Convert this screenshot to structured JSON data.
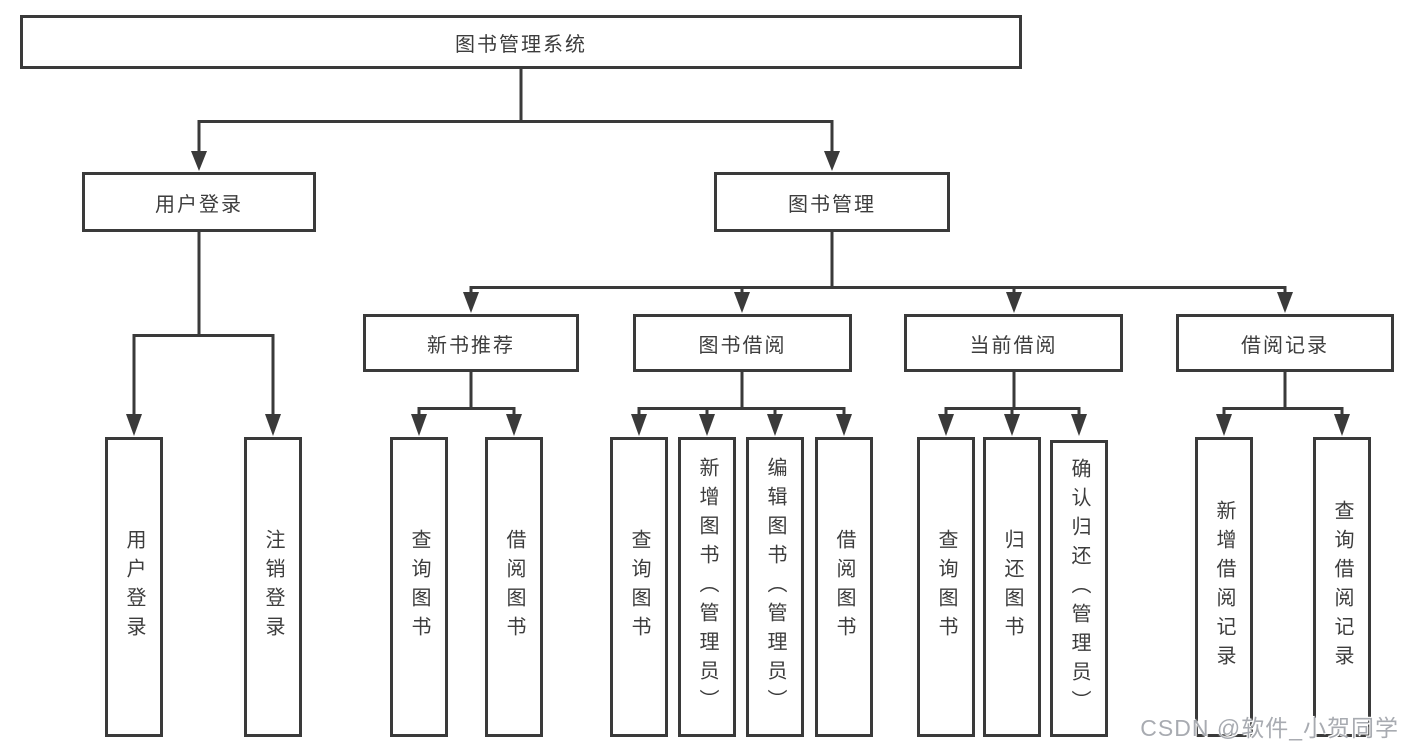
{
  "colors": {
    "line": "#3a3a3a",
    "text": "#3d3d3d",
    "background": "#ffffff",
    "watermark": "#9ea2a8"
  },
  "nodes": {
    "root": {
      "label": "图书管理系统"
    },
    "user_login": {
      "label": "用户登录",
      "children": [
        "用户登录",
        "注销登录"
      ]
    },
    "book_management": {
      "label": "图书管理"
    },
    "new_book_recommendation": {
      "label": "新书推荐",
      "children": [
        "查询图书",
        "借阅图书"
      ]
    },
    "book_borrowing": {
      "label": "图书借阅",
      "children": [
        "查询图书",
        "新增图书（管理员）",
        "编辑图书（管理员）",
        "借阅图书"
      ]
    },
    "current_borrowing": {
      "label": "当前借阅",
      "children": [
        "查询图书",
        "归还图书",
        "确认归还（管理员）"
      ]
    },
    "borrowing_records": {
      "label": "借阅记录",
      "children": [
        "新增借阅记录",
        "查询借阅记录"
      ]
    }
  },
  "watermark": "CSDN @软件_小贺同学"
}
